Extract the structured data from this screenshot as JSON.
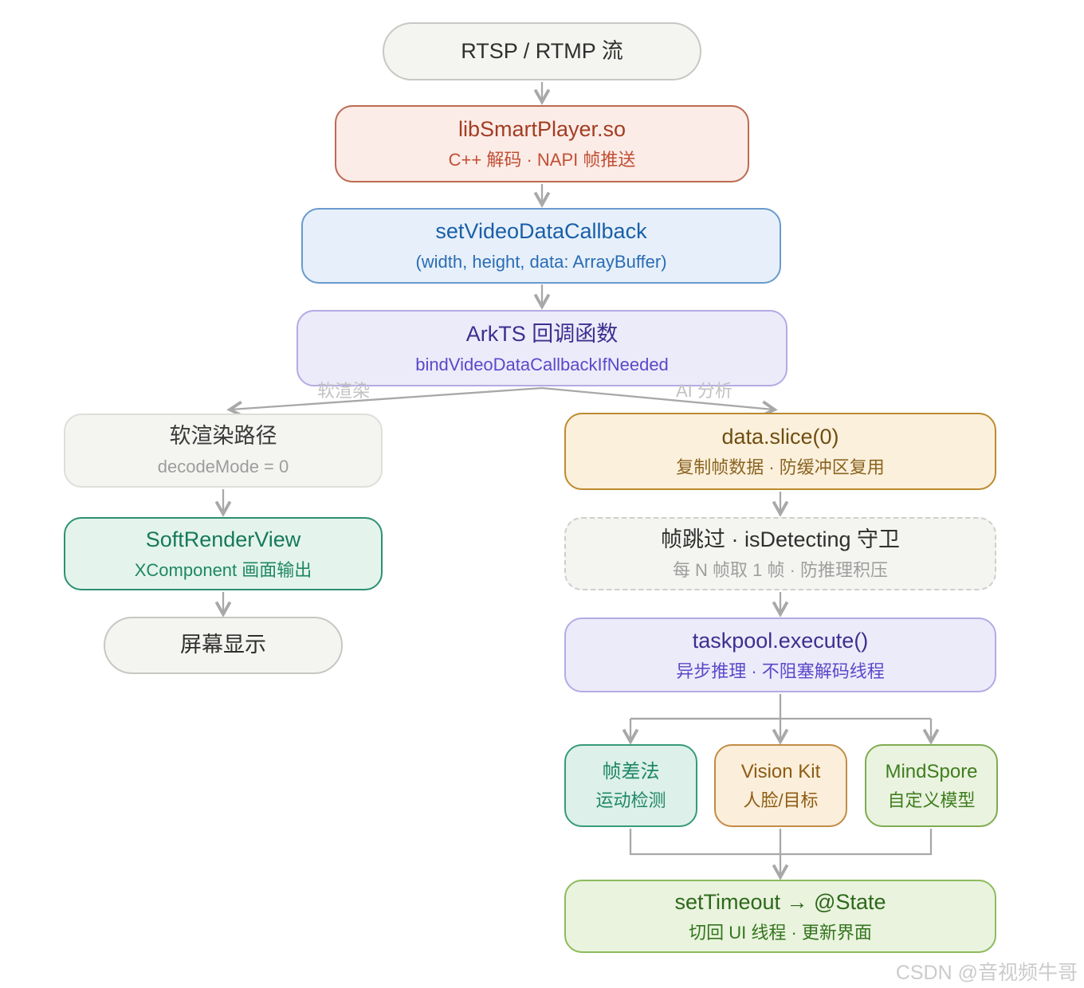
{
  "diagram": {
    "nodes": {
      "rtsp": {
        "title": "RTSP / RTMP 流"
      },
      "lib": {
        "title": "libSmartPlayer.so",
        "subtitle": "C++ 解码 · NAPI 帧推送"
      },
      "callback": {
        "title": "setVideoDataCallback",
        "subtitle": "(width, height, data: ArrayBuffer)"
      },
      "arkts": {
        "title": "ArkTS 回调函数",
        "subtitle": "bindVideoDataCallbackIfNeeded"
      },
      "softpath": {
        "title": "软渲染路径",
        "subtitle": "decodeMode = 0"
      },
      "softrender": {
        "title": "SoftRenderView",
        "subtitle": "XComponent 画面输出"
      },
      "screen": {
        "title": "屏幕显示"
      },
      "dataslice": {
        "title": "data.slice(0)",
        "subtitle": "复制帧数据 · 防缓冲区复用"
      },
      "frameskip": {
        "title": "帧跳过 · isDetecting 守卫",
        "subtitle": "每 N 帧取 1 帧 · 防推理积压"
      },
      "taskpool": {
        "title": "taskpool.execute()",
        "subtitle": "异步推理 · 不阻塞解码线程"
      },
      "framediff": {
        "title": "帧差法",
        "subtitle": "运动检测"
      },
      "visionkit": {
        "title": "Vision Kit",
        "subtitle": "人脸/目标"
      },
      "mindspore": {
        "title": "MindSpore",
        "subtitle": "自定义模型"
      },
      "settimeout": {
        "title": "setTimeout → @State",
        "subtitle": "切回 UI 线程 · 更新界面"
      }
    },
    "edge_labels": {
      "left": "软渲染",
      "right": "AI 分析"
    },
    "watermark": "CSDN @音视频牛哥",
    "colors": {
      "arrow": "#a8a8a8",
      "red_accent": "#a33d22",
      "blue_accent": "#1a5fa8",
      "purple_accent": "#3d2f8f",
      "teal_accent": "#17795a",
      "orange_accent": "#6f4e10",
      "green_accent": "#2d681b",
      "gray_text": "#9d9d9d"
    }
  }
}
